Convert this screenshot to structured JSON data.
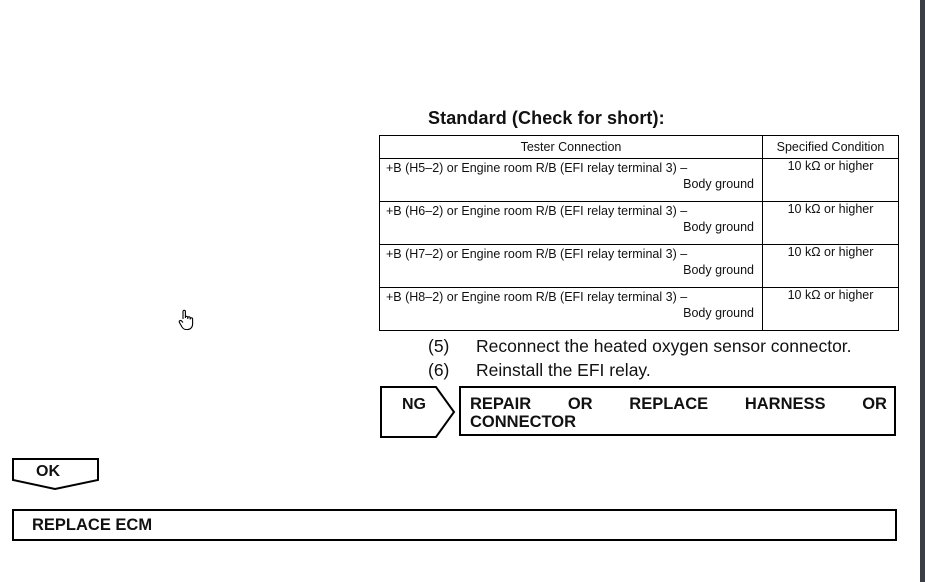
{
  "standard_title": "Standard (Check for short):",
  "table": {
    "headers": [
      "Tester Connection",
      "Specified Condition"
    ],
    "rows": [
      {
        "connection_line1": "+B (H5–2) or Engine room R/B (EFI relay terminal 3) –",
        "connection_line2": "Body ground",
        "condition": "10 kΩ or higher"
      },
      {
        "connection_line1": "+B (H6–2) or Engine room R/B (EFI relay terminal 3) –",
        "connection_line2": "Body ground",
        "condition": "10 kΩ or higher"
      },
      {
        "connection_line1": "+B (H7–2) or Engine room R/B (EFI relay terminal 3) –",
        "connection_line2": "Body ground",
        "condition": "10 kΩ or higher"
      },
      {
        "connection_line1": "+B (H8–2) or Engine room R/B (EFI relay terminal 3) –",
        "connection_line2": "Body ground",
        "condition": "10 kΩ or higher"
      }
    ]
  },
  "steps": [
    {
      "num": "(5)",
      "text": "Reconnect the heated oxygen sensor connector."
    },
    {
      "num": "(6)",
      "text": "Reinstall the EFI relay."
    }
  ],
  "ng": {
    "label": "NG",
    "action_words": [
      "REPAIR",
      "OR",
      "REPLACE",
      "HARNESS",
      "OR"
    ],
    "action_line2": "CONNECTOR"
  },
  "ok": {
    "label": "OK"
  },
  "replace_ecm": "REPLACE ECM",
  "cursor_icon": "hand-pointer-icon"
}
